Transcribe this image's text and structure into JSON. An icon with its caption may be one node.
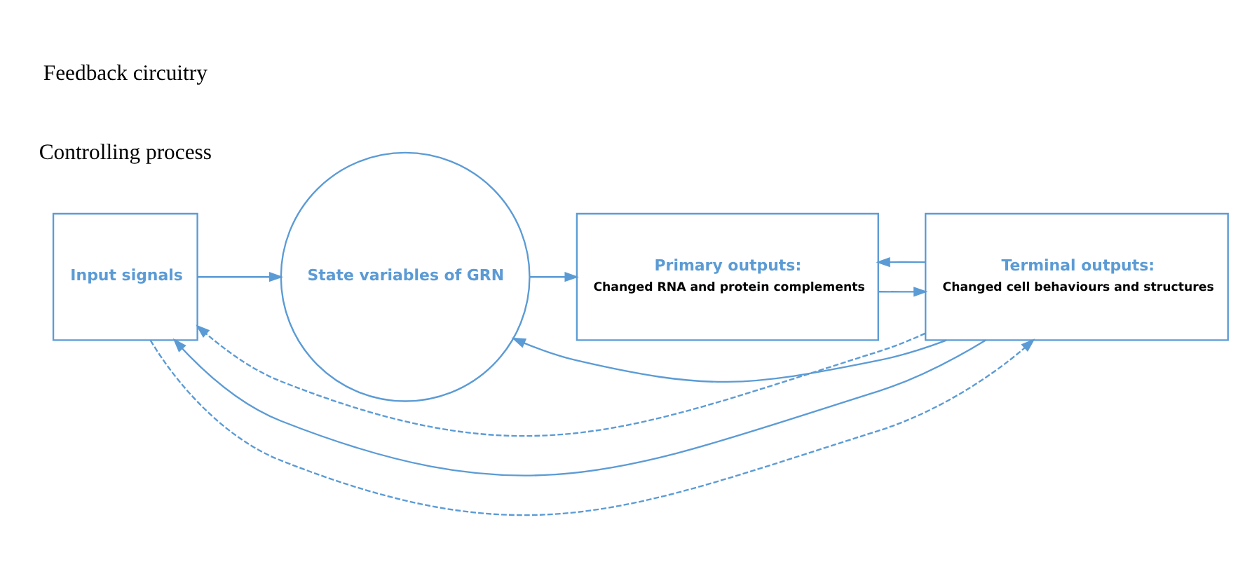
{
  "diagram": {
    "nodes": [
      {
        "text": [
          "Input signals"
        ]
      },
      {
        "text": [
          "State variables of GRN"
        ]
      },
      {
        "text": [
          "Primary outputs:",
          "Changed RNA and protein complements"
        ]
      },
      {
        "text": [
          "Terminal outputs:",
          "Changed cell behaviours and structures"
        ]
      }
    ],
    "edges": [
      {
        "from": 0,
        "to": 1,
        "arrow": "to"
      },
      {
        "from": 1,
        "to": 2,
        "arrow": "to"
      },
      {
        "from": 2,
        "to": 3,
        "arrow": "to"
      },
      {
        "from": 0,
        "to": 3,
        "arrow": "to",
        "style": "dashed"
      },
      {
        "from": 3,
        "to": 0,
        "arrow": "to"
      },
      {
        "from": 3,
        "to": 1,
        "arrow": "to"
      },
      {
        "from": 3,
        "to": 2,
        "arrow": "to"
      },
      {
        "from": 3,
        "to": 0,
        "arrow": "to",
        "style": "dashed"
      }
    ],
    "labels": [
      "Controlling process",
      "Feedback circuitry"
    ]
  }
}
